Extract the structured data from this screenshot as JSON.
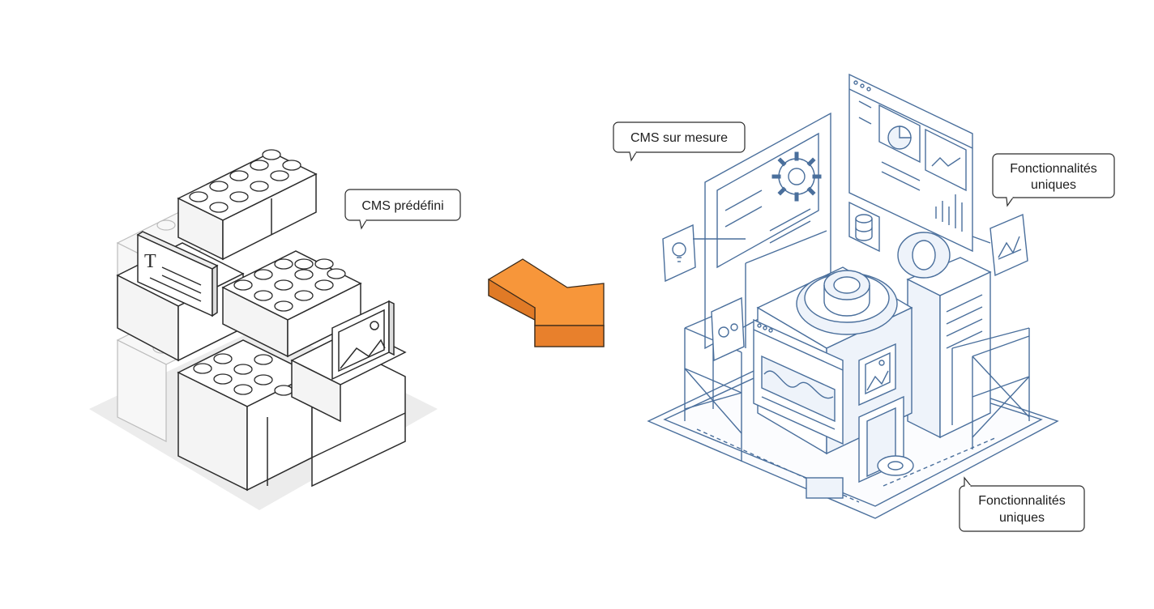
{
  "labels": {
    "predefined": "CMS prédéfini",
    "custom": "CMS sur mesure",
    "features_top_line1": "Fonctionnalités",
    "features_top_line2": "uniques",
    "features_bottom_line1": "Fonctionnalités",
    "features_bottom_line2": "uniques"
  },
  "icons": {
    "text_block_letter": "T"
  },
  "colors": {
    "brick_line": "#2b2b2b",
    "brick_fill": "#ffffff",
    "brick_shade": "#f1f1f1",
    "shadow": "#ececec",
    "arrow_top": "#f7963a",
    "arrow_side": "#e07a26",
    "blueprint_line": "#4a6f9c",
    "blueprint_fill": "#eef3fa"
  }
}
